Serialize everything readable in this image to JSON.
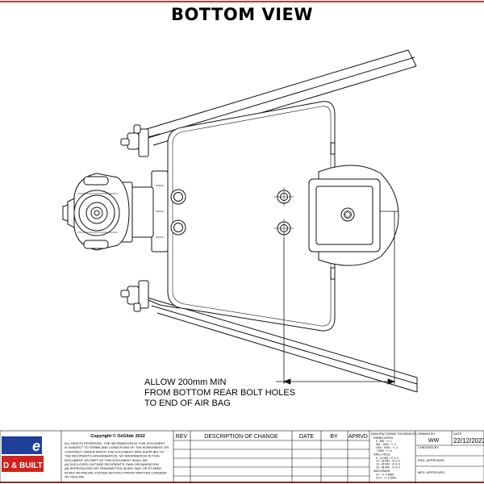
{
  "drawing": {
    "title": "BOTTOM VIEW",
    "note_lines": [
      "ALLOW 200mm MIN",
      "FROM BOTTOM REAR BOLT HOLES",
      "TO END OF AIR BAG"
    ]
  },
  "title_block": {
    "logo_text_top": "e",
    "logo_text_bottom": "D & BUILT",
    "copyright": "Copyright © OzGlide 2022",
    "legal_lines": [
      "ALL RIGHTS RESERVED. THE INFORMATION IN THIS DOCUMENT",
      "IS SUBJECT TO TERMS AND CONDITIONS OF THE AGREEMENT OR",
      "CONTRACT UNDER WHICH THE DOCUMENT WAS SUPPLIED TO",
      "THE RECIPIENT'S ORGANISATION. NO INFORMATION IN THIS",
      "DOCUMENT OR PART OF THIS DOCUMENT SHALL BE:",
      "(A) DISCLOSED OUTSIDE RECIPIENT'S OWN ORGANISATION",
      "(B) REPRODUCED OR TRANSMITTED IN ANY WAY OR STORED",
      "IN ANY RETRIEVAL SYSTEM WITHOUT PRIOR WRITTEN CONSENT",
      "OF OZGLIDE."
    ],
    "rev_header": "REV",
    "desc_header": "DESCRIPTION OF CHANGE",
    "date_header": "DATE",
    "by_header": "BY",
    "aprvd_header": "APRVD",
    "tolerance_title": "MANUFACTURING TOLERANCES",
    "tol_sections": [
      {
        "heading": "FABRICATION",
        "rows": [
          "0 - 500 : +/- 1",
          "501 - 1000 : +/- 2",
          "1001 - 5000 : +/- 3",
          "> 5000 : +/- 5"
        ]
      },
      {
        "heading": "DRILL HOLE",
        "rows": [
          "6 - 12 MM : +0.1,-0",
          "13 - 18 MM : +0.2,-0",
          "19 - 26 MM : +0.3,-0",
          "26 - 38 MM : +0.4,-0"
        ]
      },
      {
        "heading": "MACHINING",
        "rows": [
          "0.x : +/- 0.5MM",
          "0.0 x : +/- 0.1MM"
        ]
      }
    ],
    "drawn_by_label": "DRAWN BY",
    "drawn_by": "WW",
    "date_label": "DATE",
    "date_value": "22/12/2022",
    "checked_by_label": "CHECKED BY",
    "eng_approved_label": "ENG. APPROVED",
    "mfg_approved_label": "MFG. APPROVED"
  },
  "colors": {
    "border": "#c0392b",
    "line": "#111111",
    "logo_blue": "#1f3f99",
    "logo_red": "#d0221c"
  }
}
